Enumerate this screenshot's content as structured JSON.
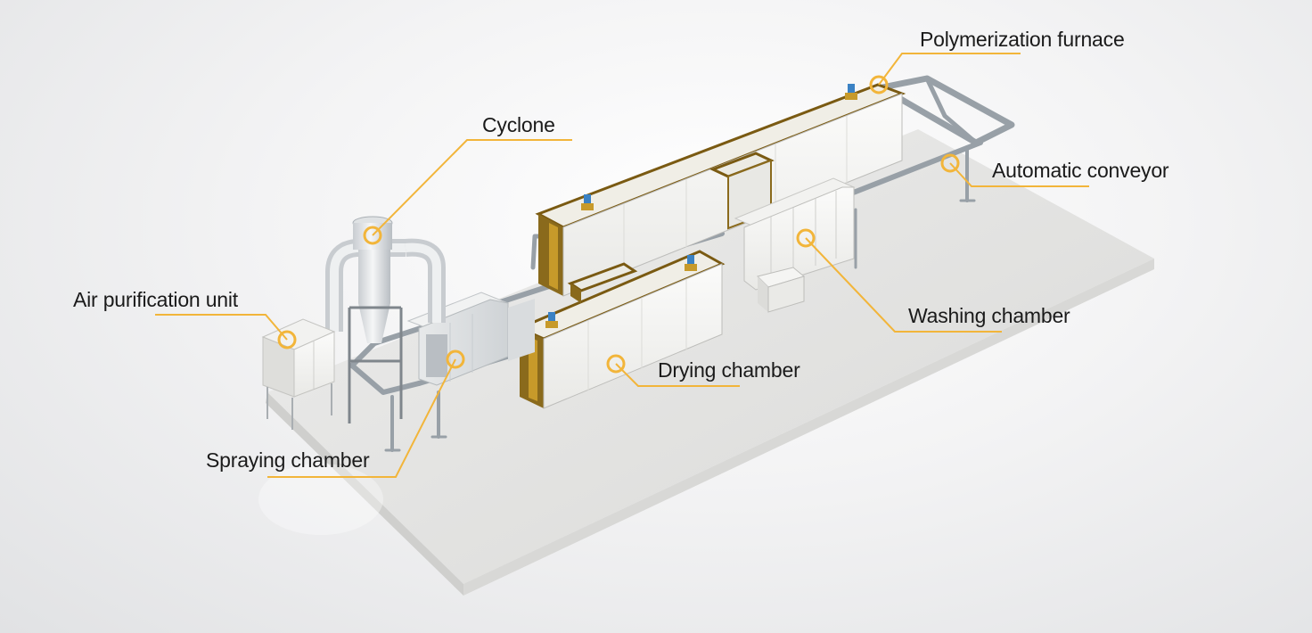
{
  "diagram": {
    "labels": {
      "polymerization_furnace": "Polymerization furnace",
      "cyclone": "Cyclone",
      "automatic_conveyor": "Automatic conveyor",
      "air_purification_unit": "Air purification unit",
      "washing_chamber": "Washing chamber",
      "drying_chamber": "Drying chamber",
      "spraying_chamber": "Spraying chamber"
    },
    "colors": {
      "callout_line": "#f2b53a",
      "label_text": "#1a1a1a",
      "chamber_frame": "#7a5a12",
      "chamber_panel": "#f7f7f5",
      "rail": "#9fa6ad",
      "floor": "#e6e6e4",
      "fan_accent": "#3b82c4"
    }
  }
}
